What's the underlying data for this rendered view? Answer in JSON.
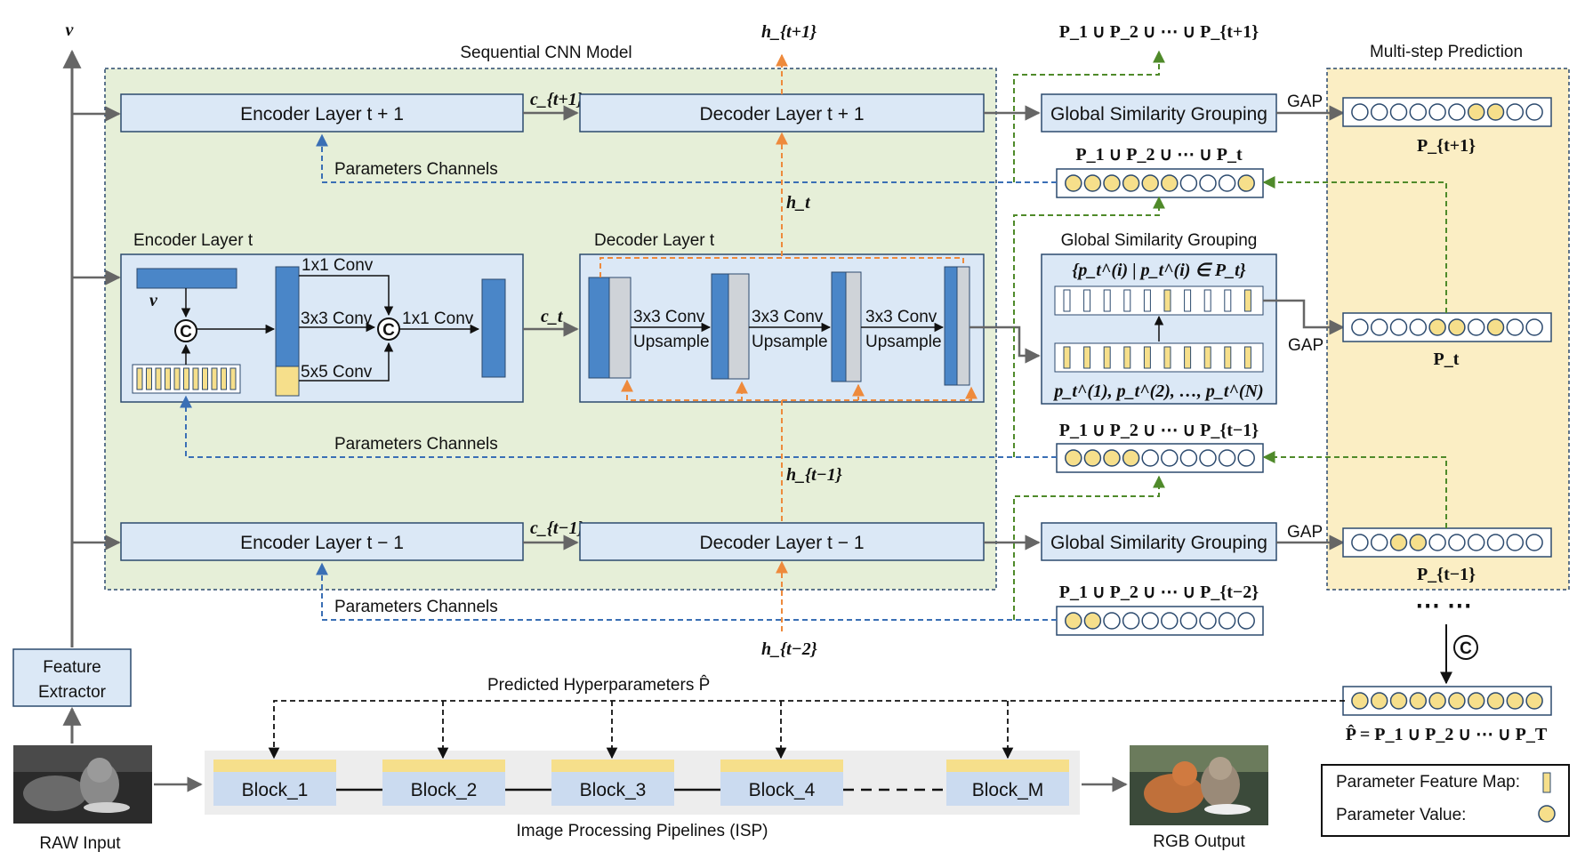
{
  "panels": {
    "seq_cnn": "Sequential CNN Model",
    "multi_step": "Multi-step Prediction"
  },
  "labels": {
    "v_top": "v",
    "v_inner": "v",
    "h_t1": "h_{t+1}",
    "h_t": "h_t",
    "h_tm1": "h_{t−1}",
    "h_tm2": "h_{t−2}",
    "c_t1": "c_{t+1}",
    "c_t": "c_t",
    "c_tm1": "c_{t−1}",
    "union_top": "P_1 ∪ P_2 ∪ ⋯ ∪ P_{t+1}",
    "union_t": "P_1 ∪ P_2 ∪ ⋯ ∪ P_t",
    "union_tm1": "P_1 ∪ P_2 ∪ ⋯ ∪ P_{t−1}",
    "union_tm2": "P_1 ∪ P_2 ∪ ⋯ ∪ P_{t−2}",
    "p_t1": "P_{t+1}",
    "p_t": "P_t",
    "p_tm1": "P_{t−1}",
    "set_top": "{p_t^(i) | p_t^(i) ∈ P_t}",
    "set_bottom": "p_t^(1), p_t^(2), …, p_t^(N)",
    "final_eq": "P̂ = P_1 ∪ P_2 ∪ ⋯ ∪ P_T",
    "dots": "⋯ ⋯",
    "concat": "C"
  },
  "boxes": {
    "enc_t1": "Encoder Layer t + 1",
    "dec_t1": "Decoder Layer t + 1",
    "enc_t": "Encoder Layer t",
    "dec_t": "Decoder Layer t",
    "enc_tm1": "Encoder Layer t − 1",
    "dec_tm1": "Decoder Layer t − 1",
    "gsg_top": "Global Similarity Grouping",
    "gsg_mid": "Global Similarity Grouping",
    "gsg_bot": "Global Similarity Grouping",
    "feature_extractor": [
      "Feature",
      "Extractor"
    ]
  },
  "conv": {
    "c1x1a": "1x1 Conv",
    "c3x3": "3x3 Conv",
    "c5x5": "5x5 Conv",
    "c1x1b": "1x1 Conv",
    "up_conv": "3x3 Conv",
    "up_label": "Upsample"
  },
  "channels": {
    "pc1": "Parameters Channels",
    "pc2": "Parameters Channels",
    "pc3": "Parameters Channels"
  },
  "gap": "GAP",
  "isp": {
    "predicted": "Predicted Hyperparameters P̂",
    "title": "Image Processing Pipelines (ISP)",
    "blocks": [
      "Block_1",
      "Block_2",
      "Block_3",
      "Block_4",
      "Block_M"
    ],
    "raw": "RAW Input",
    "rgb": "RGB Output"
  },
  "legend": {
    "feature_map": "Parameter Feature Map:",
    "value": "Parameter Value:"
  },
  "colors": {
    "green_panel": "#e6efd8",
    "yellow_panel": "#fbeec4",
    "box_fill": "#dbe8f6",
    "box_stroke": "#2c4a6e",
    "block_blue": "#4a86c8",
    "dot_yellow": "#f6df8b",
    "orange": "#ee8a3c",
    "blue_dash": "#3a6fb5",
    "green_dash": "#4f8a2a"
  }
}
